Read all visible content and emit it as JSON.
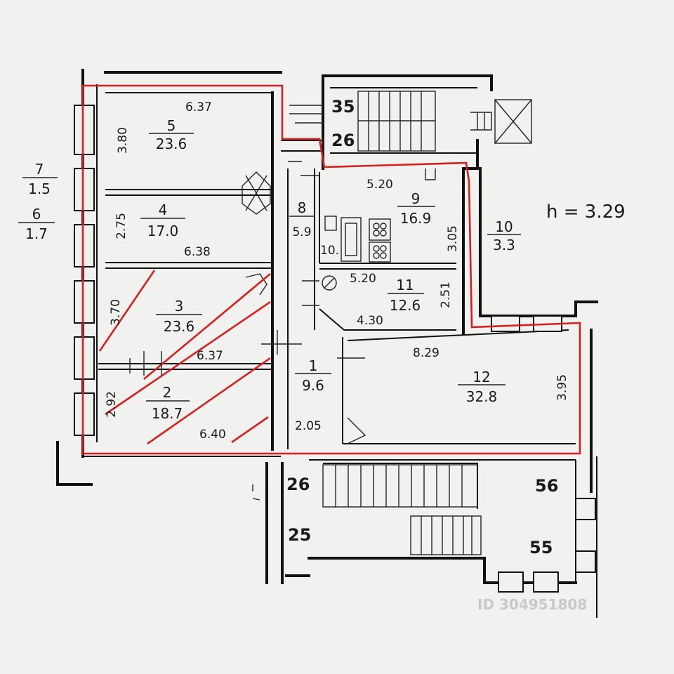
{
  "rooms": [
    {
      "id": "5",
      "number": "5",
      "area": "23.6",
      "width": "6.37",
      "depth": "3.80"
    },
    {
      "id": "4",
      "number": "4",
      "area": "17.0",
      "width": "6.38",
      "depth": "2.75"
    },
    {
      "id": "3",
      "number": "3",
      "area": "23.6",
      "width": "6.37",
      "depth": "3.70"
    },
    {
      "id": "2",
      "number": "2",
      "area": "18.7",
      "width": "6.40",
      "depth": "2.92"
    },
    {
      "id": "1",
      "number": "1",
      "area": "9.6",
      "width": "2.05"
    },
    {
      "id": "8",
      "number": "8",
      "area": "5.9"
    },
    {
      "id": "9",
      "number": "9",
      "area": "16.9",
      "width": "5.20",
      "depth": "3.05"
    },
    {
      "id": "10",
      "number": "10",
      "area": "3.3"
    },
    {
      "id": "11",
      "number": "11",
      "area": "12.6",
      "width": "5.20",
      "width2": "4.30",
      "depth": "2.51"
    },
    {
      "id": "12",
      "number": "12",
      "area": "32.8",
      "width": "8.29",
      "depth": "3.95"
    }
  ],
  "small_room_label": "10.",
  "ceiling_height": "h = 3.29",
  "side_note": {
    "r7": {
      "number": "7",
      "area": "1.5"
    },
    "r6": {
      "number": "6",
      "area": "1.7"
    }
  },
  "stair_marks": [
    "35",
    "26",
    "26",
    "25",
    "56",
    "55"
  ],
  "watermark": "ID 304951808"
}
